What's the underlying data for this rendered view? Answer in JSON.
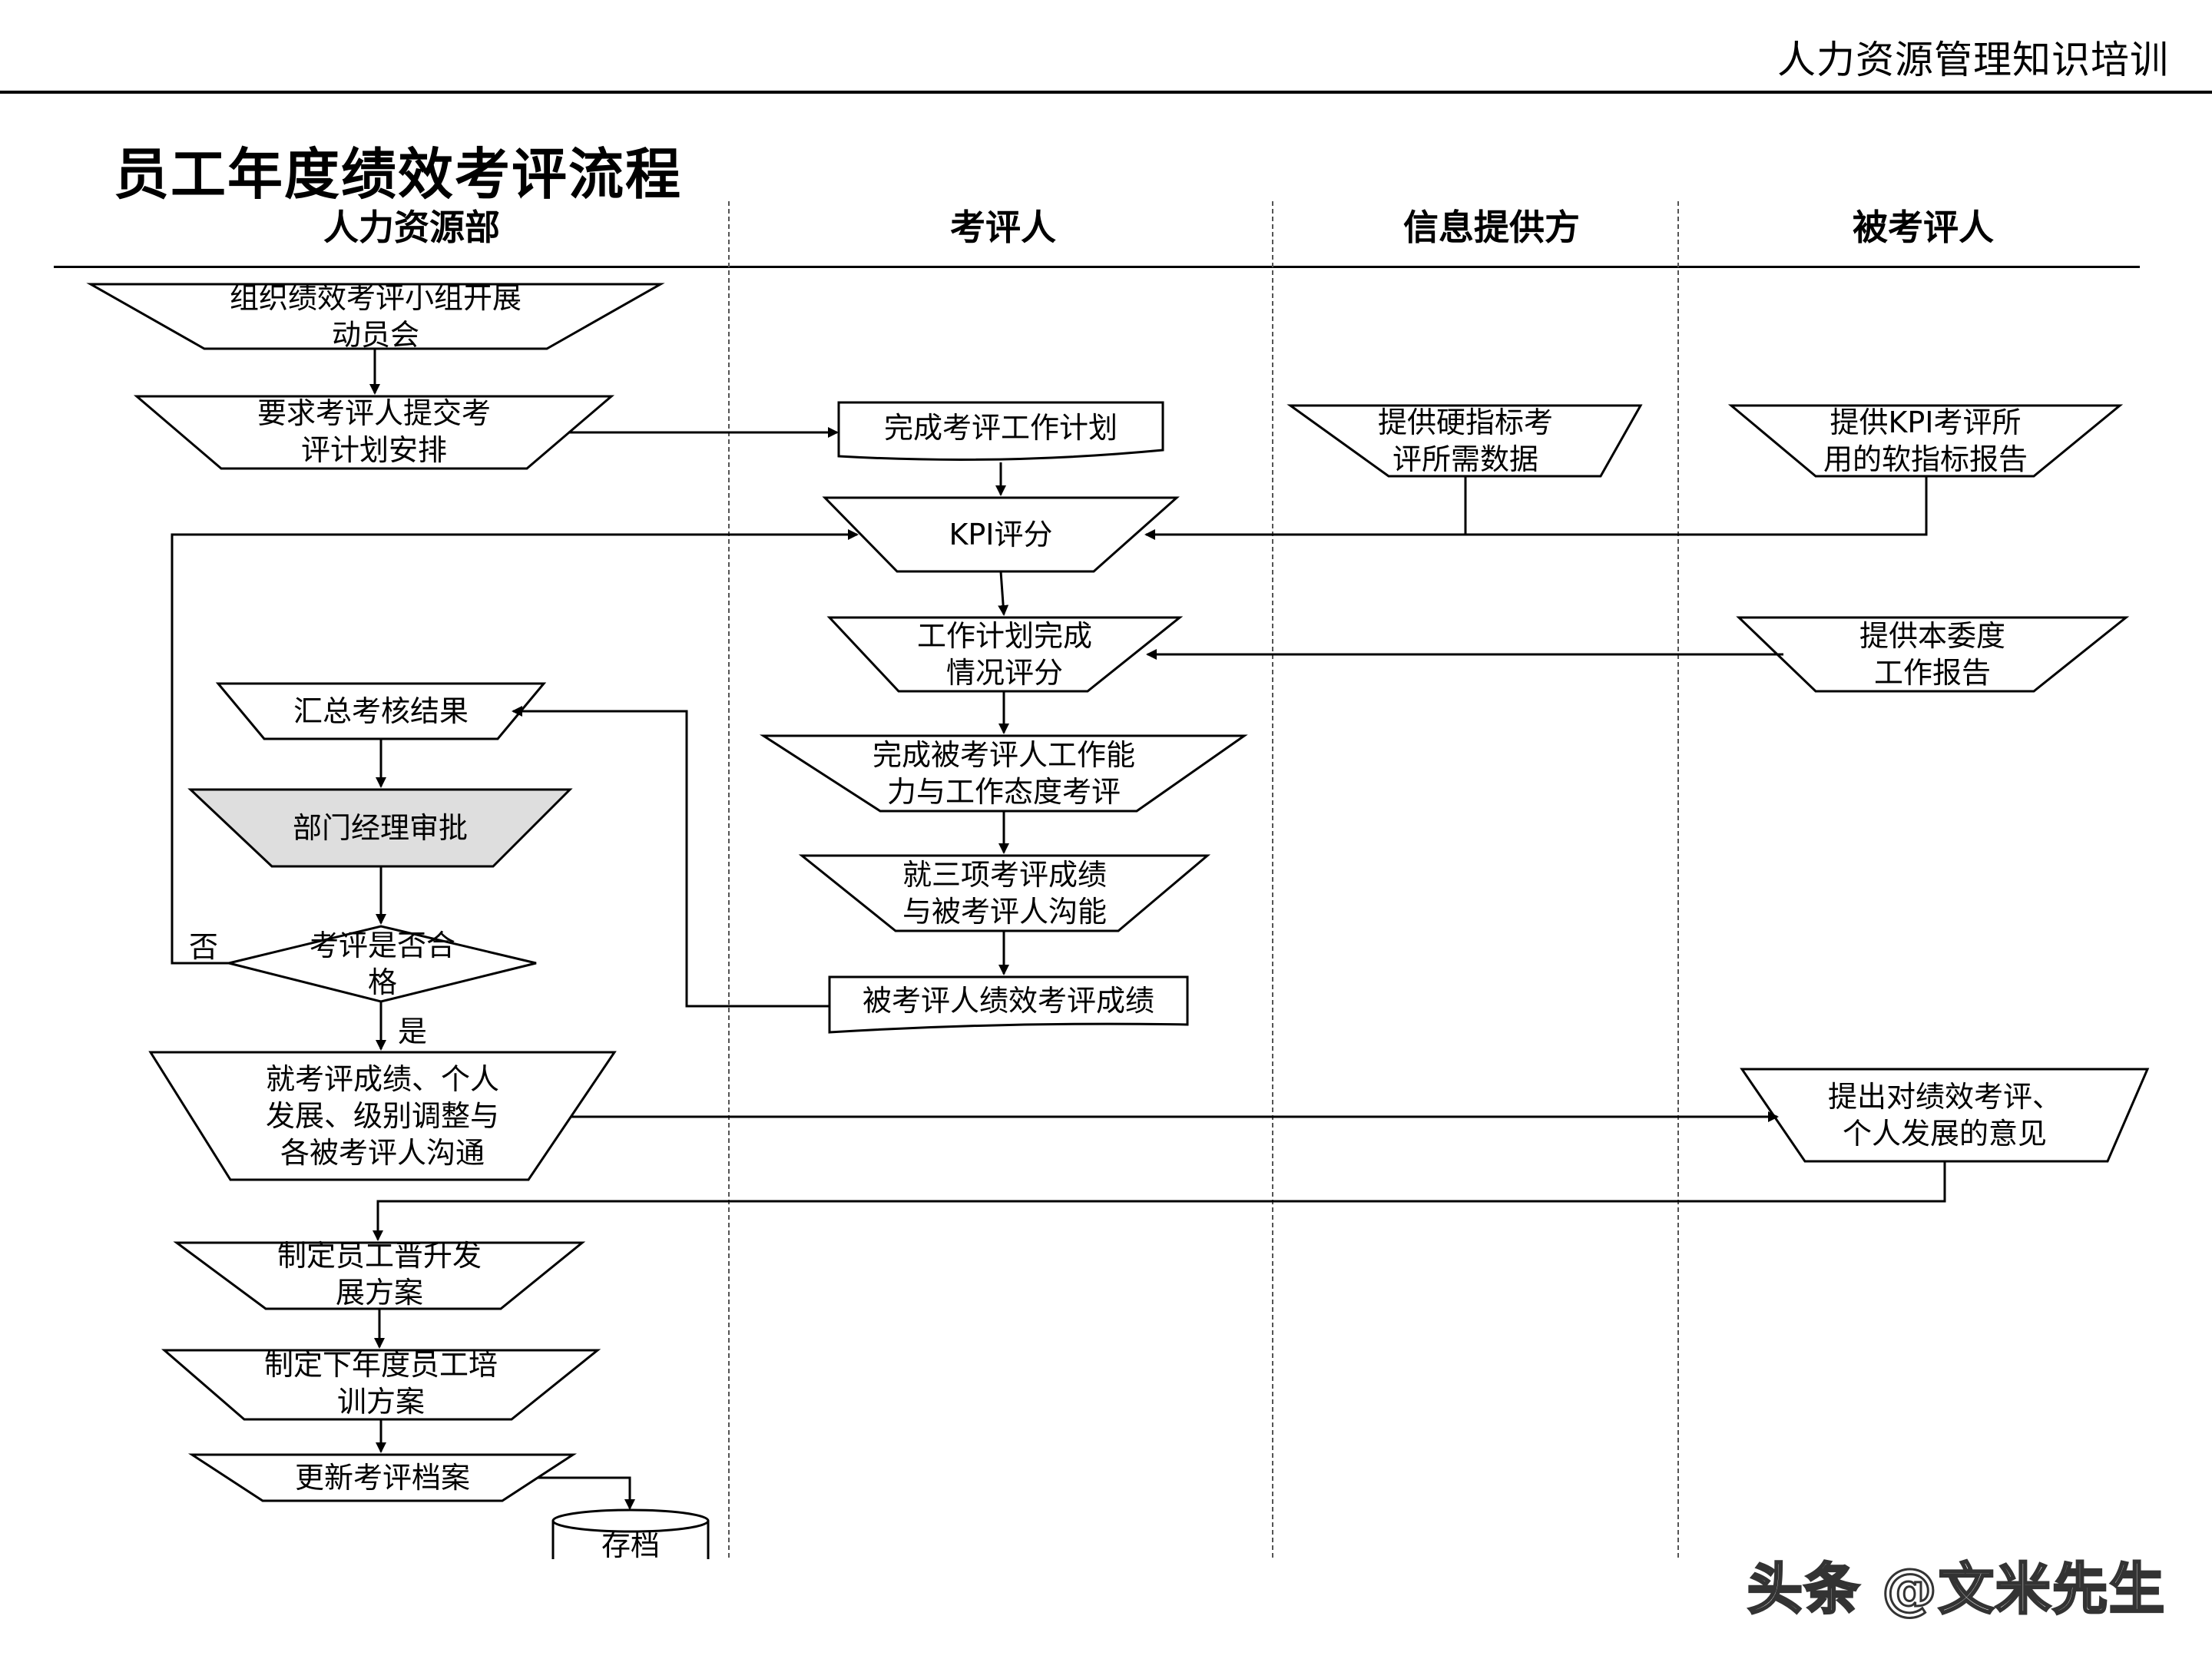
{
  "header": {
    "right_text": "人力资源管理知识培训"
  },
  "title": "员工年度绩效考评流程",
  "lanes": [
    "人力资源部",
    "考评人",
    "信息提供方",
    "被考评人"
  ],
  "nodes": {
    "n1": "组织绩效考评小组开展\n动员会",
    "n2": "要求考评人提交考\n评计划安排",
    "n3": "完成考评工作计划",
    "n4": "提供硬指标考\n评所需数据",
    "n5": "提供KPI考评所\n用的软指标报告",
    "n6": "KPI评分",
    "n7": "工作计划完成\n情况评分",
    "n8": "提供本委度\n工作报告",
    "n9": "汇总考核结果",
    "n10": "完成被考评人工作能\n力与工作态度考评",
    "n11": "部门经理审批",
    "n12": "就三项考评成绩\n与被考评人沟能",
    "n13": "考评是否合\n格",
    "n14": "被考评人绩效考评成绩",
    "n15": "就考评成绩、个人\n发展、级别调整与\n各被考评人沟通",
    "n16": "提出对绩效考评、\n个人发展的意见",
    "n17": "制定员工晋升发\n展方案",
    "n18": "制定下年度员工培\n训方案",
    "n19": "更新考评档案",
    "n20": "存档"
  },
  "labels": {
    "no": "否",
    "yes": "是"
  },
  "watermark": "头条 @文米先生",
  "colors": {
    "approval_fill": "#dedede",
    "line": "#000000"
  }
}
